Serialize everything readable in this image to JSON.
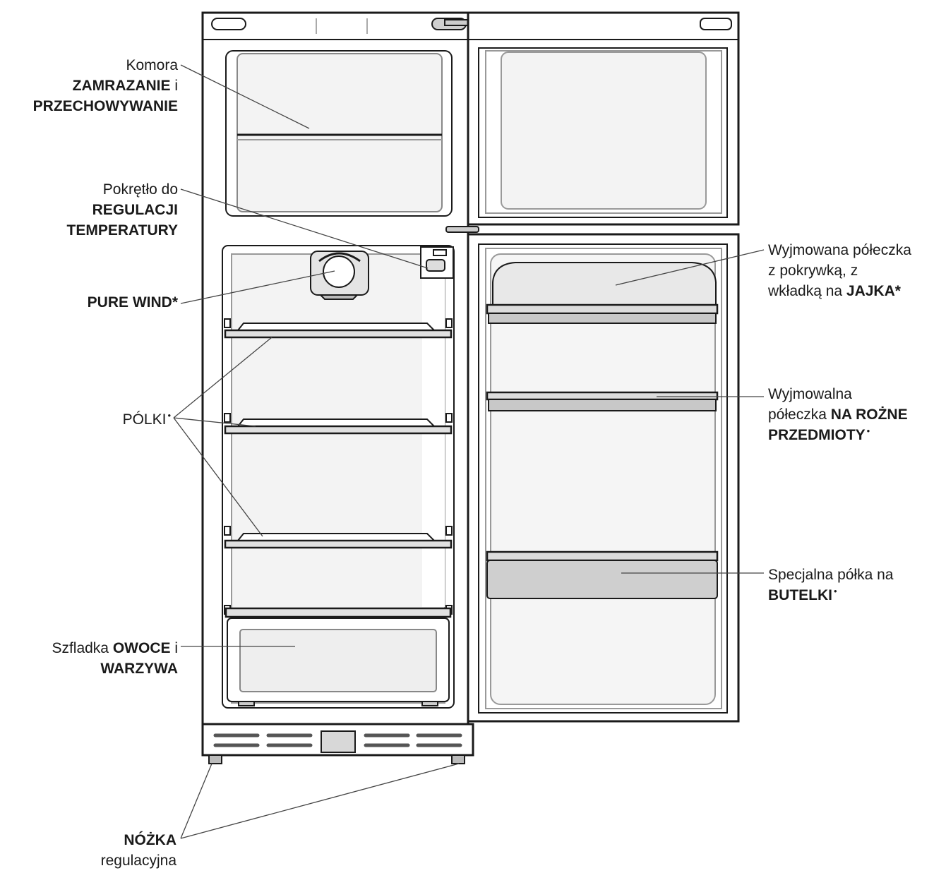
{
  "colors": {
    "outline": "#1a1a1a",
    "inner": "#f3f3f3",
    "shade": "#d8d8d8",
    "leader": "#444444"
  },
  "labels": {
    "freezer": {
      "line1": "Komora",
      "line2_bold": "ZAMRAZANIE",
      "line2_suffix": " i",
      "line3_bold": "PRZECHOWYWANIE"
    },
    "thermostat": {
      "line1": "Pokrętło do",
      "line2_bold": "REGULACJI",
      "line3_bold": "TEMPERATURY"
    },
    "purewind": {
      "line1_bold": "PURE WIND*"
    },
    "shelves": {
      "line1": "PÓLKI",
      "marker": "•"
    },
    "crisper": {
      "line1_prefix": "Szfladka ",
      "line1_bold": "OWOCE",
      "line1_suffix": " i",
      "line2_bold": "WARZYWA"
    },
    "feet": {
      "line1_bold": "NÓŻKA",
      "line2": "regulacyjna"
    },
    "egg_shelf": {
      "line1": "Wyjmowana półeczka",
      "line2": "z pokrywką, z",
      "line3_prefix": "wkładką na ",
      "line3_bold": "JAJKA*"
    },
    "misc_shelf": {
      "line1": "Wyjmowalna",
      "line2_prefix": "półeczka ",
      "line2_bold": "NA ROŻNE",
      "line3_bold": "PRZEDMIOTY",
      "marker": "•"
    },
    "bottle_shelf": {
      "line1": "Specjalna półka na",
      "line2_bold": "BUTELKI",
      "marker": "•"
    }
  }
}
